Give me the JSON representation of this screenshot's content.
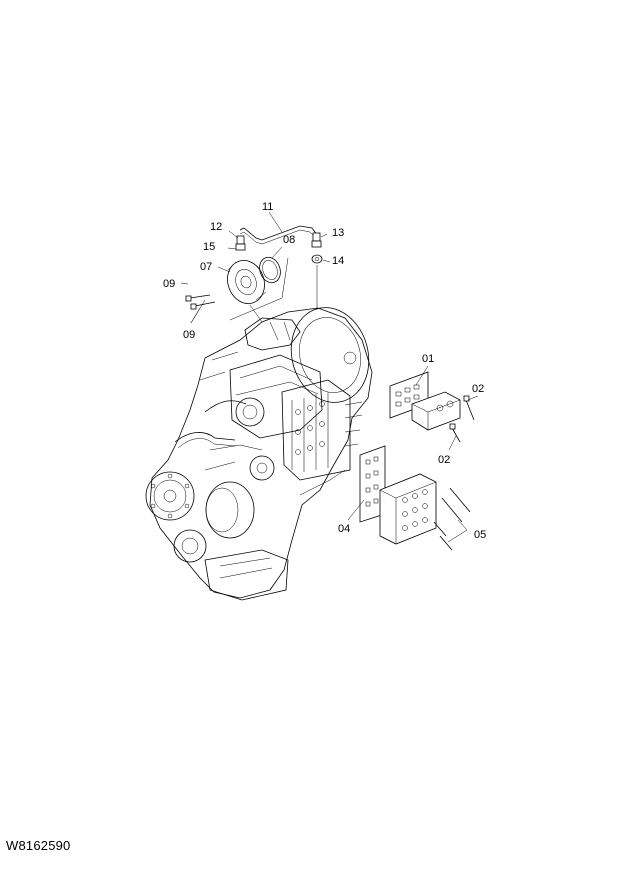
{
  "callouts": {
    "c01": "01",
    "c02a": "02",
    "c02b": "02",
    "c04": "04",
    "c05": "05",
    "c07": "07",
    "c08": "08",
    "c09a": "09",
    "c09b": "09",
    "c11": "11",
    "c12": "12",
    "c13": "13",
    "c14": "14",
    "c15": "15"
  },
  "drawing_code": "W8162590"
}
